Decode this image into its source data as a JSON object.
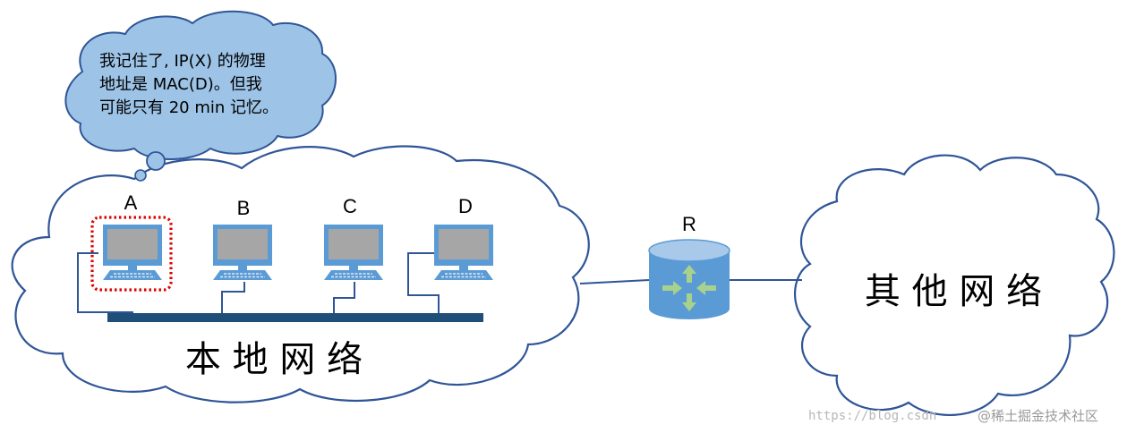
{
  "bubble": {
    "lines": [
      "我记住了, IP(X) 的物理",
      "地址是 MAC(D)。但我",
      "可能只有 20 min 记忆。"
    ]
  },
  "hosts": [
    {
      "label": "A",
      "highlighted": true
    },
    {
      "label": "B",
      "highlighted": false
    },
    {
      "label": "C",
      "highlighted": false
    },
    {
      "label": "D",
      "highlighted": false
    }
  ],
  "router": {
    "label": "R"
  },
  "local_network": {
    "label": "本 地 网 络"
  },
  "other_network": {
    "label": "其 他 网 络"
  },
  "watermark": {
    "url": "https://blog.csdn",
    "brand": "@稀土掘金技术社区"
  },
  "colors": {
    "cloud_stroke": "#2f5597",
    "bubble_fill": "#9dc3e6",
    "monitor_frame": "#5b9bd5",
    "screen": "#a6a6a6",
    "bus": "#1f4e79",
    "highlight": "#e00000",
    "router_top": "#a9c9ea",
    "router_body": "#5b9bd5",
    "router_arrows": "#a9d18e"
  }
}
